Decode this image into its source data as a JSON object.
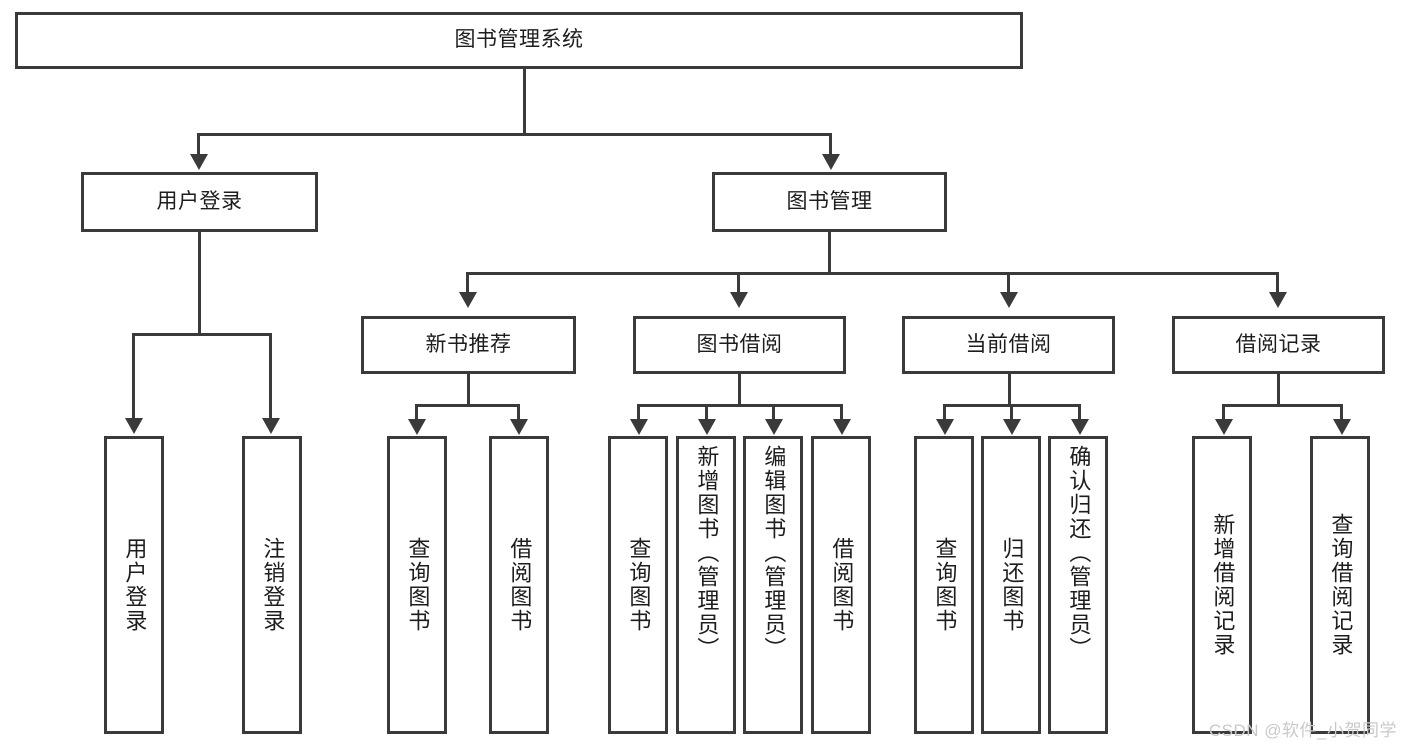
{
  "diagram": {
    "type": "tree",
    "title": "图书管理系统",
    "root": {
      "id": "root",
      "label": "图书管理系统"
    },
    "level2": [
      {
        "id": "user-login",
        "label": "用户登录"
      },
      {
        "id": "book-management",
        "label": "图书管理"
      }
    ],
    "level3": [
      {
        "id": "new-book-recommend",
        "label": "新书推荐",
        "parent": "book-management"
      },
      {
        "id": "book-borrow",
        "label": "图书借阅",
        "parent": "book-management"
      },
      {
        "id": "current-borrow",
        "label": "当前借阅",
        "parent": "book-management"
      },
      {
        "id": "borrow-record",
        "label": "借阅记录",
        "parent": "book-management"
      }
    ],
    "leaves": {
      "user_login": [
        {
          "id": "leaf-user-login",
          "label": "用户登录"
        },
        {
          "id": "leaf-logout-login",
          "label": "注销登录"
        }
      ],
      "new_book_recommend": [
        {
          "id": "leaf-query-book-1",
          "label": "查询图书"
        },
        {
          "id": "leaf-borrow-book-1",
          "label": "借阅图书"
        }
      ],
      "book_borrow": [
        {
          "id": "leaf-query-book-2",
          "label": "查询图书"
        },
        {
          "id": "leaf-add-book",
          "label": "新增图书（管理员）"
        },
        {
          "id": "leaf-edit-book",
          "label": "编辑图书（管理员）"
        },
        {
          "id": "leaf-borrow-book-2",
          "label": "借阅图书"
        }
      ],
      "current_borrow": [
        {
          "id": "leaf-query-book-3",
          "label": "查询图书"
        },
        {
          "id": "leaf-return-book",
          "label": "归还图书"
        },
        {
          "id": "leaf-confirm-return",
          "label": "确认归还（管理员）"
        }
      ],
      "borrow_record": [
        {
          "id": "leaf-add-record",
          "label": "新增借阅记录"
        },
        {
          "id": "leaf-query-record",
          "label": "查询借阅记录"
        }
      ]
    },
    "colors": {
      "stroke": "#3a3a3a",
      "fill": "#ffffff",
      "text": "#1d1d1d",
      "watermark": "#c9c9c9"
    }
  },
  "watermark": {
    "text": "CSDN @软件_小贺同学"
  }
}
